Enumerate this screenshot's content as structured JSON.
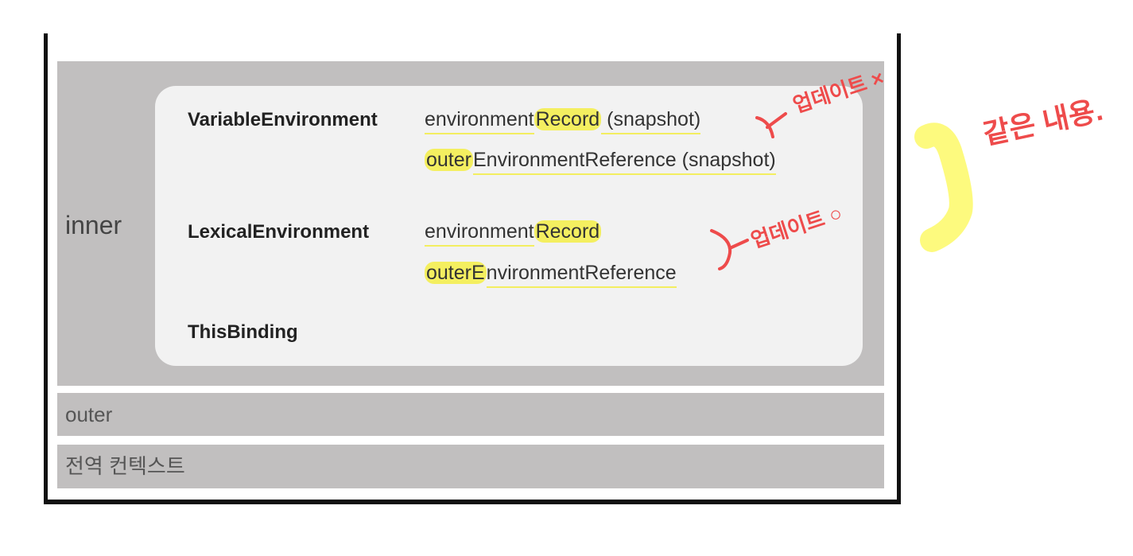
{
  "inner": {
    "title": "inner",
    "rows": [
      {
        "label": "VariableEnvironment",
        "values": [
          {
            "prefix": "environment",
            "highlight": "Record",
            "suffix": " (snapshot)"
          },
          {
            "prefix": "",
            "highlight": "outer",
            "suffix": "EnvironmentReference (snapshot)"
          }
        ]
      },
      {
        "label": "LexicalEnvironment",
        "values": [
          {
            "prefix": "environment",
            "highlight": "Record",
            "suffix": ""
          },
          {
            "prefix": "",
            "highlight": "outerE",
            "suffix": "nvironmentReference"
          }
        ]
      },
      {
        "label": "ThisBinding"
      }
    ]
  },
  "outer_label": "outer",
  "global_label": "전역 컨텍스트",
  "annotations": {
    "no_update": "업데이트 ×",
    "update": "업데이트 ○",
    "same": "같은 내용."
  },
  "colors": {
    "highlight": "#f5ee46",
    "pen": "#ee4b4b",
    "box": "#c1bfbf"
  }
}
